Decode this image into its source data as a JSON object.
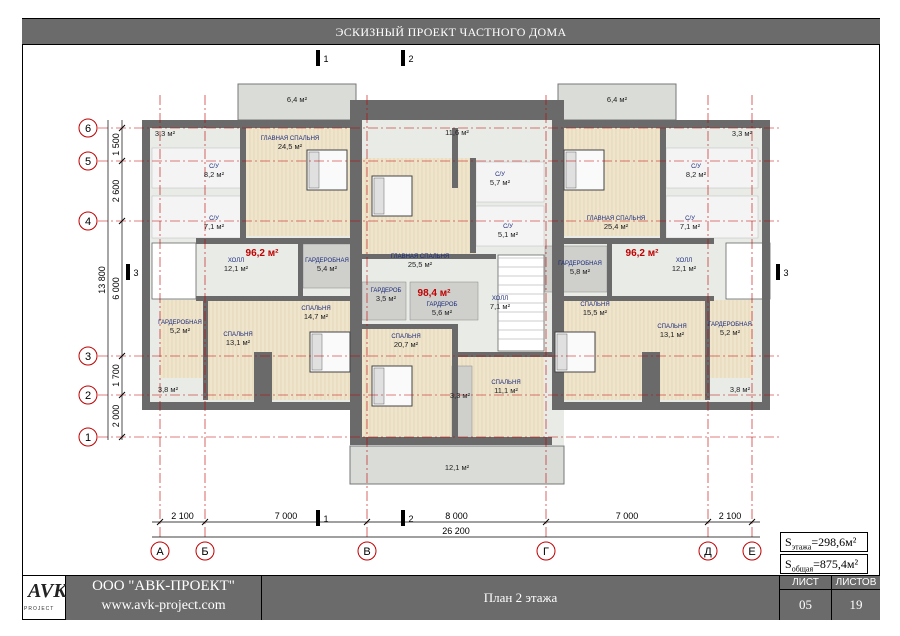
{
  "header": {
    "title": "ЭСКИЗНЫЙ ПРОЕКТ ЧАСТНОГО ДОМА"
  },
  "footer": {
    "company": "ООО \"АВК-ПРОЕКТ\"",
    "website": "www.avk-project.com",
    "logo_text": "AVK",
    "logo_sub": "PROJECT",
    "sheet_name": "План 2 этажа",
    "sheet_label": "ЛИСТ",
    "sheet_number": "05",
    "sheets_label": "ЛИСТОВ",
    "sheets_total": "19"
  },
  "area": {
    "floor_label": "S",
    "floor_sub": "этажа",
    "floor_value": "=298,6м²",
    "total_label": "S",
    "total_sub": "общая",
    "total_value": "=875,4м²"
  },
  "axes": {
    "columns": [
      "А",
      "Б",
      "В",
      "Г",
      "Д",
      "Е"
    ],
    "rows": [
      "1",
      "2",
      "3",
      "4",
      "5",
      "6"
    ]
  },
  "dimensions": {
    "bottom": [
      "2 100",
      "7 000",
      "8 000",
      "7 000",
      "2 100"
    ],
    "overall": "26 200",
    "left": [
      "2 000",
      "1 700",
      "6 000",
      "2 600",
      "1 500"
    ],
    "left_total": "13 800"
  },
  "section_marks": [
    "1",
    "1",
    "2",
    "2",
    "3",
    "3"
  ],
  "rooms": [
    {
      "id": "balcony-top-left",
      "label": "",
      "area": "6,4 м²"
    },
    {
      "id": "balcony-top-right",
      "label": "",
      "area": "6,4 м²"
    },
    {
      "id": "terrace-top-center",
      "label": "",
      "area": "11,6 м²"
    },
    {
      "id": "balcony-bottom-center",
      "label": "",
      "area": "12,1 м²"
    },
    {
      "id": "corner-tl",
      "label": "",
      "area": "3,3 м²"
    },
    {
      "id": "corner-tr",
      "label": "",
      "area": "3,3 м²"
    },
    {
      "id": "corner-bl",
      "label": "",
      "area": "3,8 м²"
    },
    {
      "id": "corner-br",
      "label": "",
      "area": "3,8 м²"
    },
    {
      "id": "master-left",
      "label": "ГЛАВНАЯ СПАЛЬНЯ",
      "area": "24,5 м²"
    },
    {
      "id": "bath-left-1",
      "label": "С/У",
      "area": "8,2 м²"
    },
    {
      "id": "bath-left-2",
      "label": "С/У",
      "area": "7,1 м²"
    },
    {
      "id": "hall-left",
      "label": "ХОЛЛ",
      "area": "12,1 м²"
    },
    {
      "id": "dress-left-1",
      "label": "ГАРДЕРОБНАЯ",
      "area": "5,4 м²"
    },
    {
      "id": "dress-left-2",
      "label": "ГАРДЕРОБНАЯ",
      "area": "5,2 м²"
    },
    {
      "id": "bed-left-1",
      "label": "СПАЛЬНЯ",
      "area": "14,7 м²"
    },
    {
      "id": "bed-left-2",
      "label": "СПАЛЬНЯ",
      "area": "13,1 м²"
    },
    {
      "id": "master-center",
      "label": "ГЛАВНАЯ СПАЛЬНЯ",
      "area": "25,5 м²"
    },
    {
      "id": "bath-center-1",
      "label": "С/У",
      "area": "5,7 м²"
    },
    {
      "id": "bath-center-2",
      "label": "С/У",
      "area": "5,1 м²"
    },
    {
      "id": "wardrobe-center-1",
      "label": "ГАРДЕРОБ",
      "area": "3,5 м²"
    },
    {
      "id": "wardrobe-center-2",
      "label": "ГАРДЕРОБ",
      "area": "5,6 м²"
    },
    {
      "id": "hall-center",
      "label": "ХОЛЛ",
      "area": "7,1 м²"
    },
    {
      "id": "bed-center-1",
      "label": "СПАЛЬНЯ",
      "area": "20,7 м²"
    },
    {
      "id": "bed-center-2",
      "label": "СПАЛЬНЯ",
      "area": "11,1 м²"
    },
    {
      "id": "storage-center",
      "label": "",
      "area": "3,3 м²"
    },
    {
      "id": "master-right",
      "label": "ГЛАВНАЯ СПАЛЬНЯ",
      "area": "25,4 м²"
    },
    {
      "id": "bath-right-1",
      "label": "С/У",
      "area": "8,2 м²"
    },
    {
      "id": "bath-right-2",
      "label": "С/У",
      "area": "7,1 м²"
    },
    {
      "id": "hall-right",
      "label": "ХОЛЛ",
      "area": "12,1 м²"
    },
    {
      "id": "dress-right-1",
      "label": "ГАРДЕРОБНАЯ",
      "area": "5,8 м²"
    },
    {
      "id": "dress-right-2",
      "label": "ГАРДЕРОБНАЯ",
      "area": "5,2 м²"
    },
    {
      "id": "bed-right-1",
      "label": "СПАЛЬНЯ",
      "area": "15,5 м²"
    },
    {
      "id": "bed-right-2",
      "label": "СПАЛЬНЯ",
      "area": "13,1 м²"
    }
  ],
  "unit_totals": [
    {
      "id": "total-left",
      "value": "96,2 м²"
    },
    {
      "id": "total-center",
      "value": "98,4 м²"
    },
    {
      "id": "total-right",
      "value": "96,2 м²"
    }
  ],
  "colors": {
    "frame": "#6b6b6b",
    "wall": "#6a6a6a",
    "total": "#c00000",
    "axis": "#c00000",
    "label": "#1a2a7a"
  }
}
